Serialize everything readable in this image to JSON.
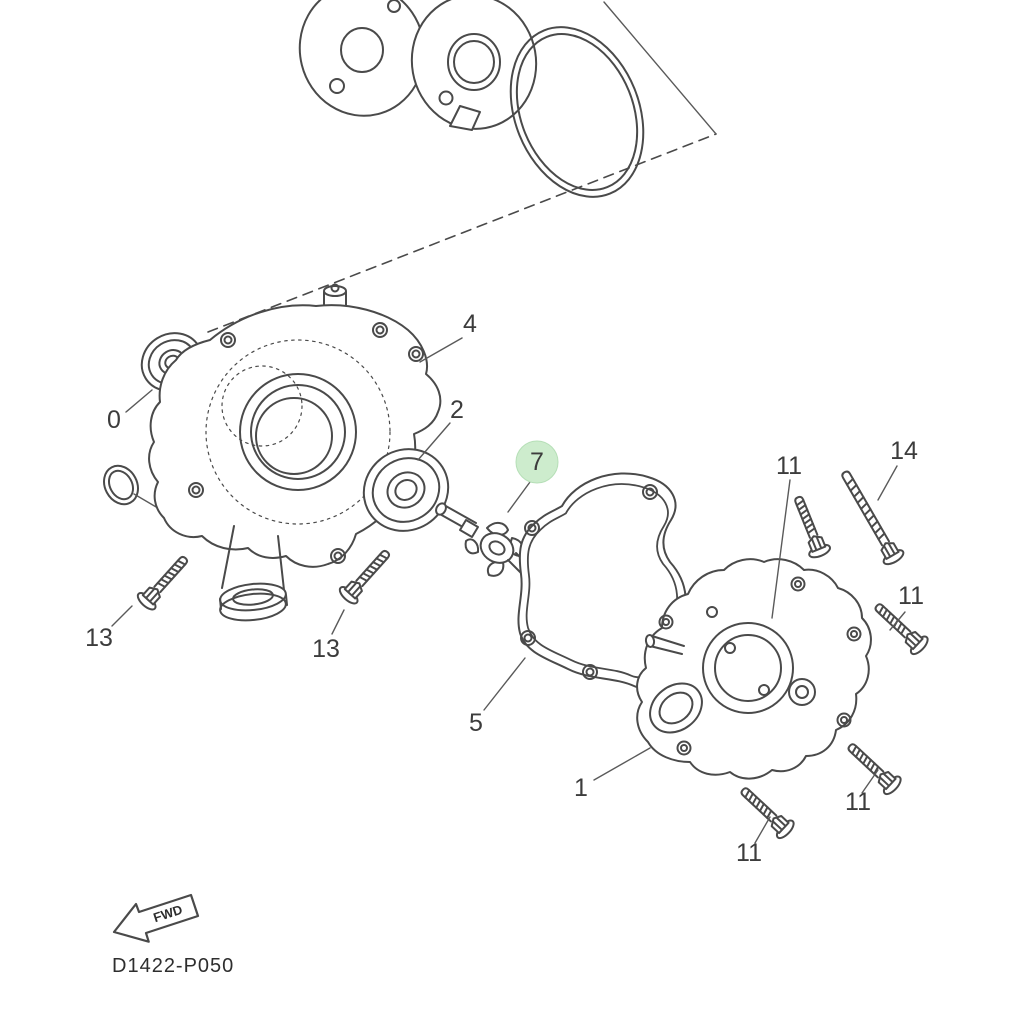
{
  "diagram": {
    "code": "D1422-P050",
    "direction_label": "FWD",
    "highlight_color": "#cdeccd",
    "line_color": "#4a4a4a",
    "parts": {
      "p0": {
        "label": "0"
      },
      "p1": {
        "label": "1"
      },
      "p2": {
        "label": "2"
      },
      "p4": {
        "label": "4"
      },
      "p5": {
        "label": "5"
      },
      "p7": {
        "label": "7"
      },
      "p11a": {
        "label": "11"
      },
      "p11b": {
        "label": "11"
      },
      "p11c": {
        "label": "11"
      },
      "p11d": {
        "label": "11"
      },
      "p13a": {
        "label": "13"
      },
      "p13b": {
        "label": "13"
      },
      "p14": {
        "label": "14"
      }
    }
  }
}
